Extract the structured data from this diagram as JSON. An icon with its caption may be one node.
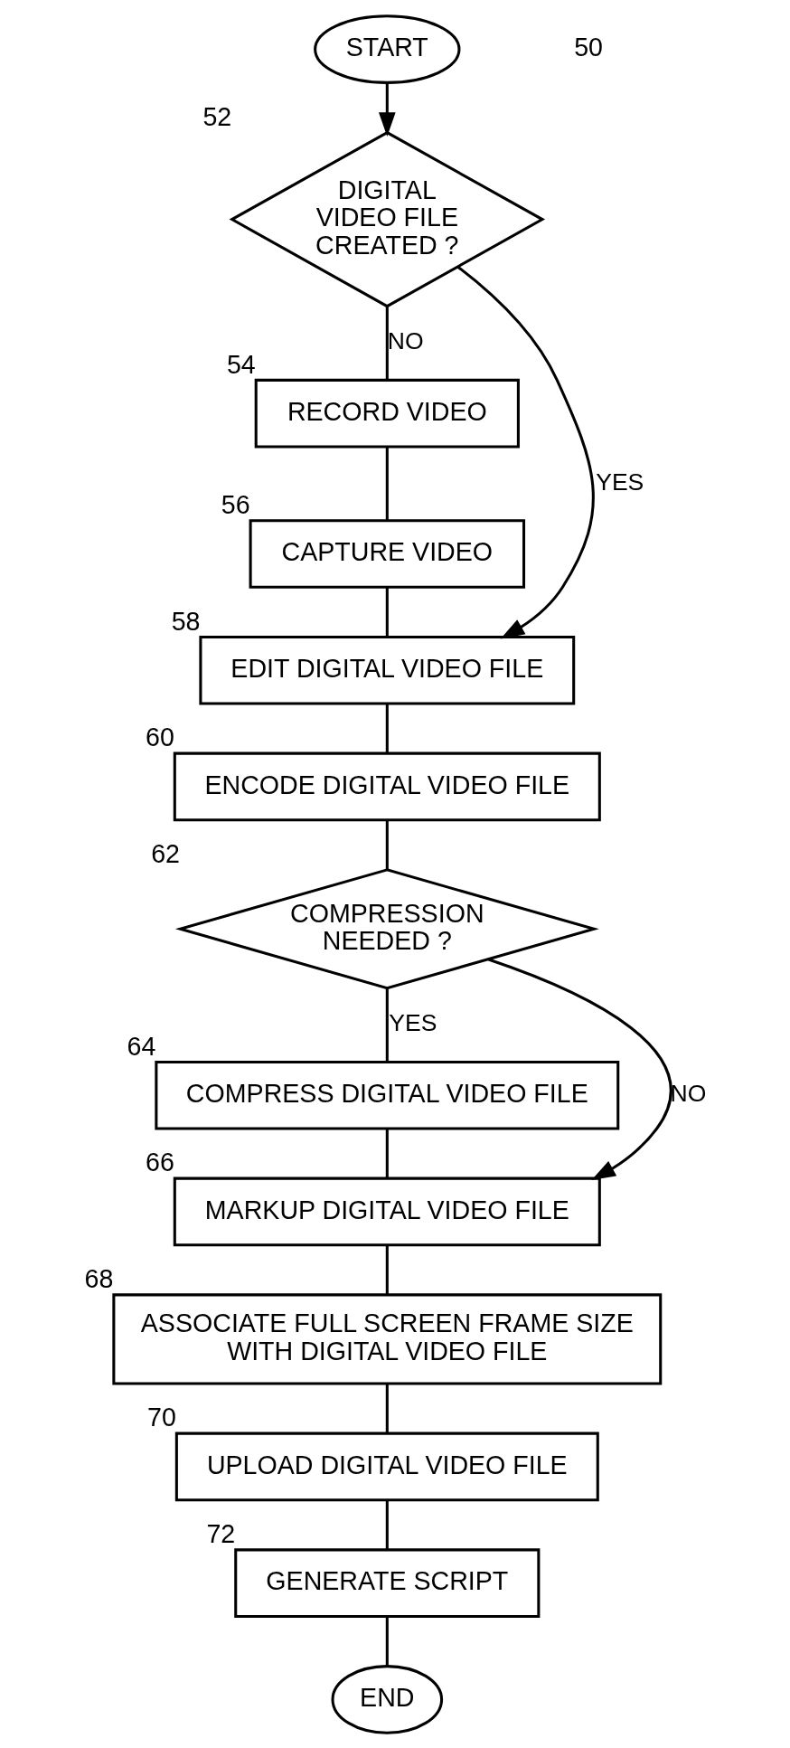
{
  "diagram": {
    "nodes": [
      {
        "text": [
          "START"
        ]
      },
      {
        "text": [
          "DIGITAL VIDEO FILE CREATED ?"
        ],
        "beside": [
          "52"
        ]
      },
      {
        "text": [
          "RECORD VIDEO"
        ],
        "beside": [
          "54"
        ]
      },
      {
        "text": [
          "CAPTURE VIDEO"
        ],
        "beside": [
          "56"
        ]
      },
      {
        "text": [
          "EDIT DIGITAL VIDEO FILE"
        ],
        "beside": [
          "58"
        ]
      },
      {
        "text": [
          "ENCODE DIGITAL VIDEO FILE"
        ],
        "beside": [
          "60"
        ]
      },
      {
        "text": [
          "COMPRESSION NEEDED ?"
        ],
        "beside": [
          "62"
        ]
      },
      {
        "text": [
          "COMPRESS DIGITAL VIDEO FILE"
        ],
        "beside": [
          "64"
        ]
      },
      {
        "text": [
          "MARKUP DIGITAL VIDEO FILE"
        ],
        "beside": [
          "66"
        ]
      },
      {
        "text": [
          "ASSOCIATE FULL SCREEN FRAME SIZE WITH DIGITAL VIDEO FILE"
        ],
        "beside": [
          "68"
        ]
      },
      {
        "text": [
          "UPLOAD DIGITAL VIDEO FILE"
        ],
        "beside": [
          "70"
        ]
      },
      {
        "text": [
          "GENERATE SCRIPT"
        ],
        "beside": [
          "72"
        ]
      },
      {
        "text": [
          "END"
        ]
      }
    ],
    "edges": [
      {
        "from": 0,
        "to": 1,
        "arrow": "to"
      },
      {
        "from": 1,
        "to": 2,
        "arrow": "none",
        "label": "NO"
      },
      {
        "from": 2,
        "to": 3,
        "arrow": "none"
      },
      {
        "from": 3,
        "to": 4,
        "arrow": "none"
      },
      {
        "from": 1,
        "to": 4,
        "arrow": "to",
        "label": "YES"
      },
      {
        "from": 4,
        "to": 5,
        "arrow": "none"
      },
      {
        "from": 5,
        "to": 6,
        "arrow": "none"
      },
      {
        "from": 6,
        "to": 7,
        "arrow": "none",
        "label": "YES"
      },
      {
        "from": 7,
        "to": 8,
        "arrow": "none"
      },
      {
        "from": 6,
        "to": 8,
        "arrow": "to",
        "label": "NO"
      },
      {
        "from": 8,
        "to": 9,
        "arrow": "none"
      },
      {
        "from": 9,
        "to": 10,
        "arrow": "none"
      },
      {
        "from": 10,
        "to": 11,
        "arrow": "none"
      },
      {
        "from": 11,
        "to": 12,
        "arrow": "none"
      }
    ],
    "labels": [
      "50"
    ]
  }
}
